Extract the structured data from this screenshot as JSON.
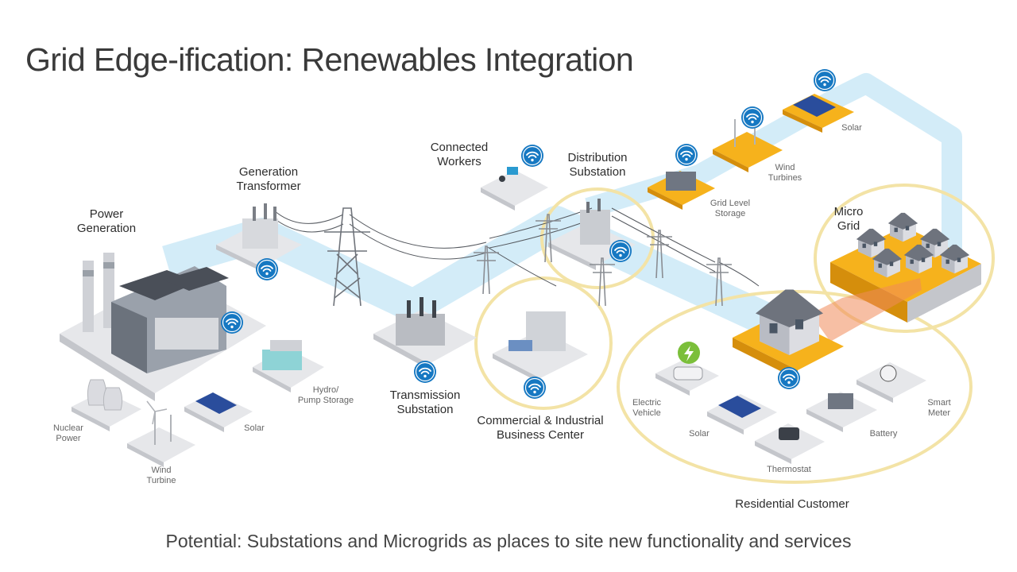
{
  "title": "Grid Edge-ification: Renewables Integration",
  "caption": "Potential: Substations and Microgrids as places to site new functionality and services",
  "colors": {
    "flow": "#d3ecf8",
    "ring": "#f3e3a6",
    "wifi": "#1678c2",
    "solar_tile": "#f6b21c",
    "panel": "#2a4d9c",
    "ground": "#e6e7ea",
    "ground_side": "#c4c6cb",
    "building_dark": "#4a4f58",
    "highlight": "#f08a5a"
  },
  "labels": {
    "power_generation": [
      "Power",
      "Generation"
    ],
    "generation_transformer": [
      "Generation",
      "Transformer"
    ],
    "connected_workers": [
      "Connected",
      "Workers"
    ],
    "distribution_substation": [
      "Distribution",
      "Substation"
    ],
    "transmission_substation": [
      "Transmission",
      "Substation"
    ],
    "commercial_industrial": [
      "Commercial & Industrial",
      "Business Center"
    ],
    "micro_grid": [
      "Micro",
      "Grid"
    ],
    "residential_customer": [
      "Residential Customer"
    ],
    "nuclear_power": [
      "Nuclear",
      "Power"
    ],
    "wind_turbine": [
      "Wind",
      "Turbine"
    ],
    "solar_gen": [
      "Solar"
    ],
    "hydro_pump": [
      "Hydro/",
      "Pump Storage"
    ],
    "grid_level_storage": [
      "Grid Level",
      "Storage"
    ],
    "wind_turbines": [
      "Wind",
      "Turbines"
    ],
    "solar_top": [
      "Solar"
    ],
    "electric_vehicle": [
      "Electric",
      "Vehicle"
    ],
    "solar_res": [
      "Solar"
    ],
    "thermostat": [
      "Thermostat"
    ],
    "battery": [
      "Battery"
    ],
    "smart_meter": [
      "Smart",
      "Meter"
    ]
  }
}
